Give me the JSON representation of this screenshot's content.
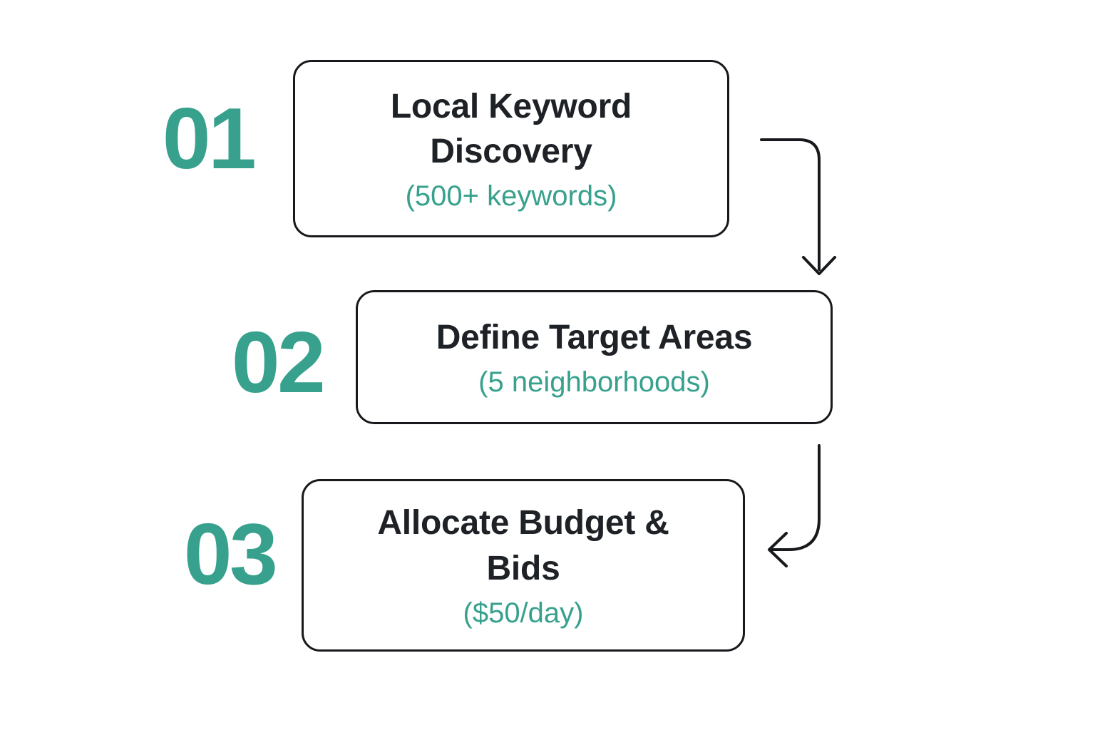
{
  "diagram_type": "flowchart",
  "colors": {
    "accent_teal": "#37a18d",
    "text_dark": "#1e2226",
    "line_black": "#17191c",
    "canvas_bg": "#ffffff"
  },
  "steps": [
    {
      "number": "01",
      "title": "Local Keyword Discovery",
      "subtitle": "(500+ keywords)"
    },
    {
      "number": "02",
      "title": "Define Target Areas",
      "subtitle": "(5 neighborhoods)"
    },
    {
      "number": "03",
      "title": "Allocate Budget & Bids",
      "subtitle": "($50/day)"
    }
  ],
  "arrows": [
    {
      "from": "step-01",
      "to": "step-02",
      "shape": "right-then-down"
    },
    {
      "from": "step-02",
      "to": "step-03",
      "shape": "down-then-left"
    }
  ]
}
